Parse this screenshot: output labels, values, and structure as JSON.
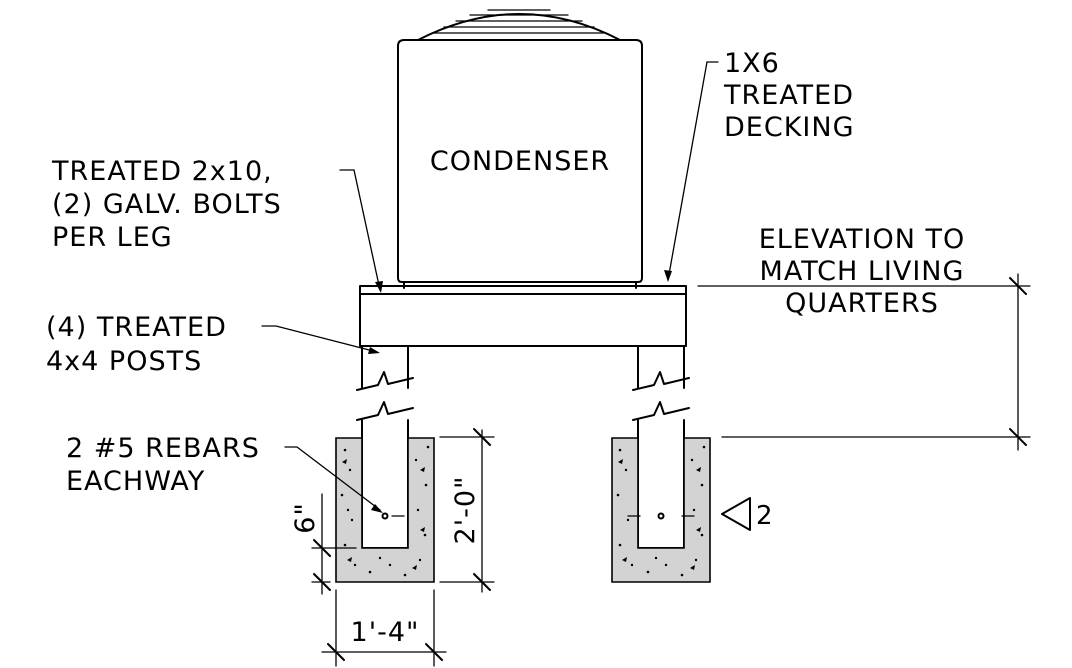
{
  "labels": {
    "condenser": "CONDENSER",
    "decking": [
      "1X6",
      "TREATED",
      "DECKING"
    ],
    "joist": [
      "TREATED 2x10,",
      "(2) GALV. BOLTS",
      "PER LEG"
    ],
    "posts": [
      "(4) TREATED",
      "4x4 POSTS"
    ],
    "rebars": [
      "2 #5 REBARS",
      "EACHWAY"
    ],
    "elevation": [
      "ELEVATION TO",
      "MATCH LIVING",
      "QUARTERS"
    ]
  },
  "dimensions": {
    "embed": "6\"",
    "depth": "2'-0\"",
    "width": "1'-4\""
  },
  "section_marker": "2"
}
